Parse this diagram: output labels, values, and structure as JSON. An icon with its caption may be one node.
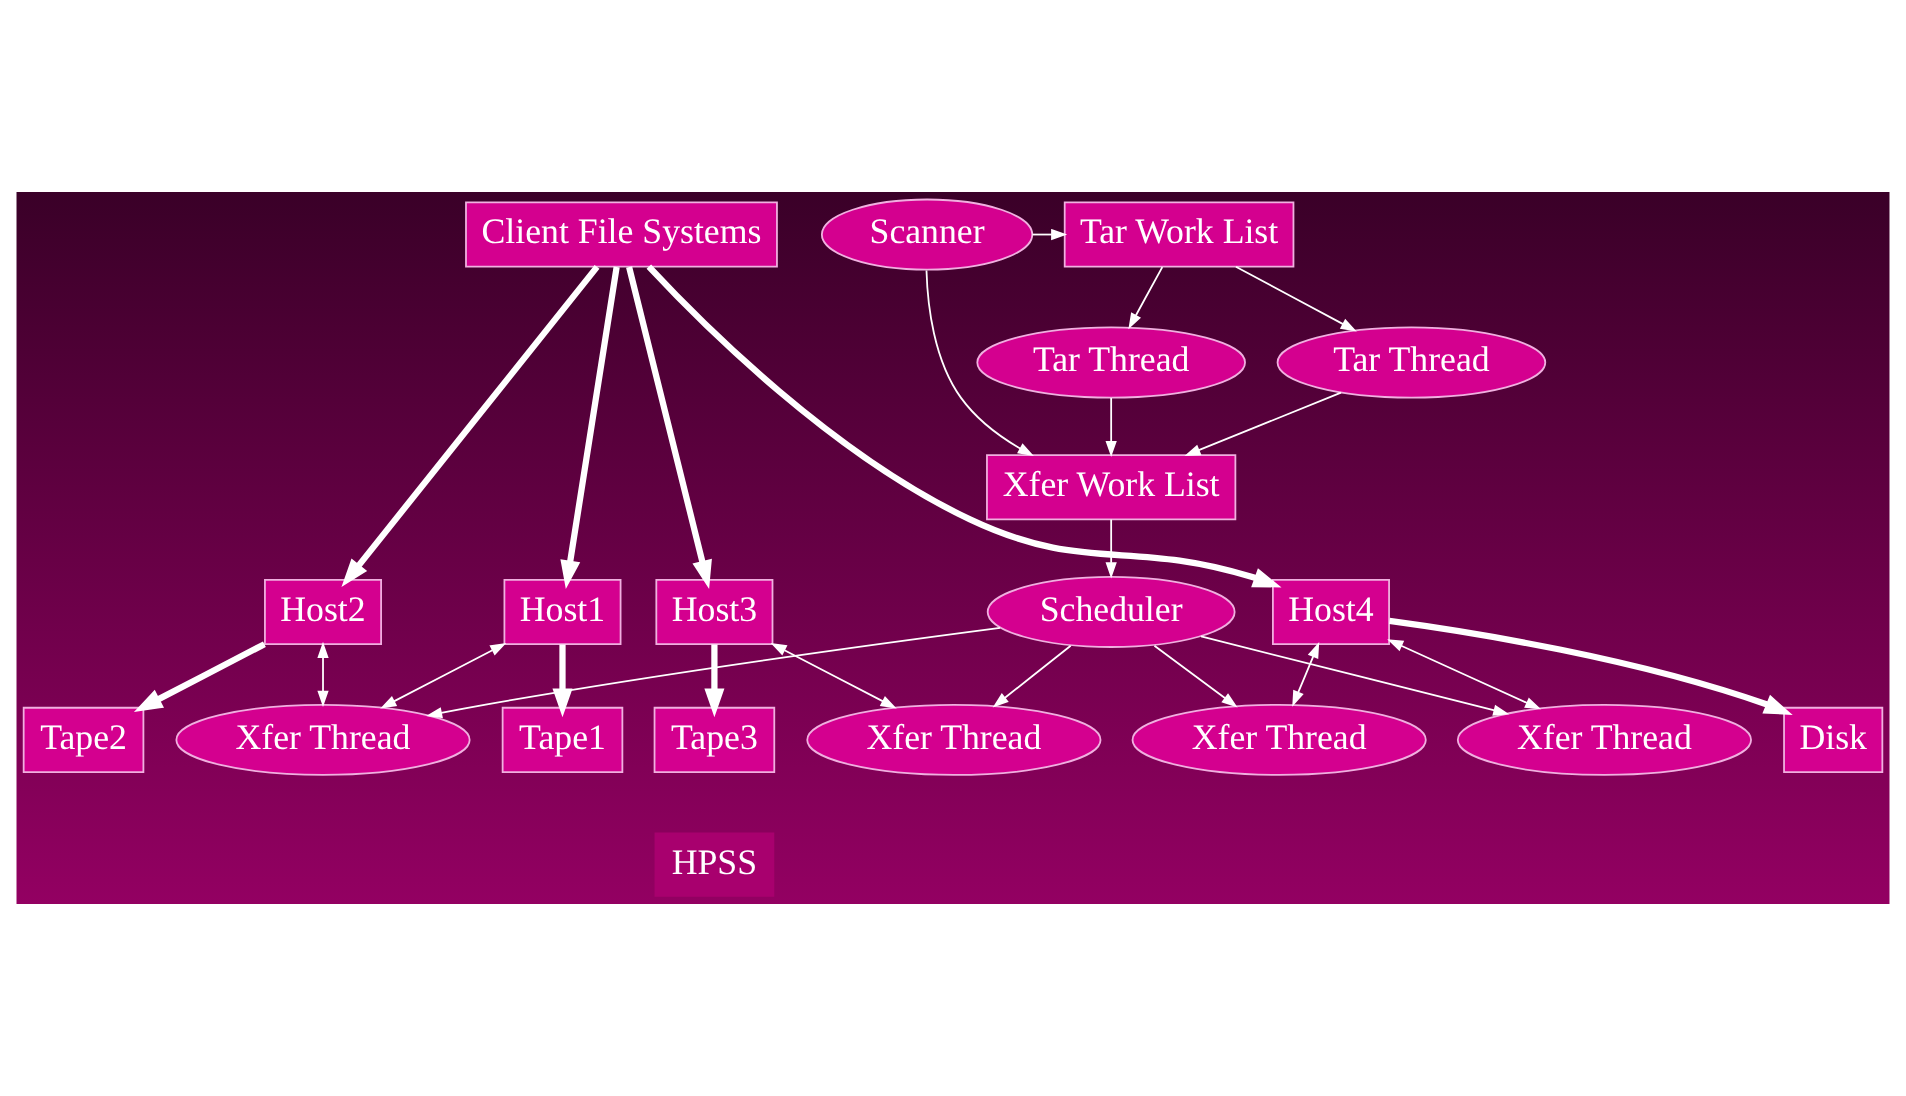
{
  "diagram": {
    "nodes": [
      {
        "text": [
          "Scanner"
        ]
      },
      {
        "text": [
          "Tar Work List"
        ]
      },
      {
        "text": [
          "Tar Thread"
        ]
      },
      {
        "text": [
          "Tar Thread"
        ]
      },
      {
        "text": [
          "Client File Systems"
        ]
      },
      {
        "text": [
          "Host1"
        ]
      },
      {
        "text": [
          "Host2"
        ]
      },
      {
        "text": [
          "Host3"
        ]
      },
      {
        "text": [
          "Host4"
        ]
      },
      {
        "text": [
          "Xfer Work List"
        ]
      },
      {
        "text": [
          "Xfer Thread"
        ]
      },
      {
        "text": [
          "Xfer Thread"
        ]
      },
      {
        "text": [
          "Xfer Thread"
        ]
      },
      {
        "text": [
          "Xfer Thread"
        ]
      },
      {
        "text": [
          "Scheduler"
        ]
      },
      {
        "text": [
          "Tape1"
        ]
      },
      {
        "text": [
          "Tape2"
        ]
      },
      {
        "text": [
          "Tape3"
        ]
      },
      {
        "text": [
          "Disk"
        ]
      },
      {
        "text": [
          "HPSS"
        ]
      }
    ],
    "edges": [
      {
        "from": 0,
        "to": 1,
        "arrow": "to"
      },
      {
        "from": 0,
        "to": 9,
        "arrow": "to"
      },
      {
        "from": 1,
        "to": 2,
        "arrow": "to"
      },
      {
        "from": 1,
        "to": 3,
        "arrow": "to"
      },
      {
        "from": 2,
        "to": 9,
        "arrow": "to"
      },
      {
        "from": 3,
        "to": 9,
        "arrow": "to"
      },
      {
        "from": 4,
        "to": 5,
        "arrow": "to",
        "style": "thick"
      },
      {
        "from": 4,
        "to": 6,
        "arrow": "to",
        "style": "thick"
      },
      {
        "from": 4,
        "to": 7,
        "arrow": "to",
        "style": "thick"
      },
      {
        "from": 4,
        "to": 8,
        "arrow": "to",
        "style": "thick"
      },
      {
        "from": 5,
        "to": 10,
        "arrow": "both"
      },
      {
        "from": 6,
        "to": 10,
        "arrow": "both"
      },
      {
        "from": 7,
        "to": 11,
        "arrow": "both"
      },
      {
        "from": 8,
        "to": 12,
        "arrow": "both"
      },
      {
        "from": 8,
        "to": 13,
        "arrow": "both"
      },
      {
        "from": 9,
        "to": 14,
        "arrow": "to"
      },
      {
        "from": 14,
        "to": 10,
        "arrow": "to"
      },
      {
        "from": 14,
        "to": 11,
        "arrow": "to"
      },
      {
        "from": 14,
        "to": 12,
        "arrow": "to"
      },
      {
        "from": 14,
        "to": 13,
        "arrow": "to"
      },
      {
        "from": 5,
        "to": 15,
        "arrow": "to",
        "style": "thick"
      },
      {
        "from": 6,
        "to": 16,
        "arrow": "to",
        "style": "thick"
      },
      {
        "from": 7,
        "to": 17,
        "arrow": "to",
        "style": "thick"
      },
      {
        "from": 8,
        "to": 18,
        "arrow": "to",
        "style": "thick"
      }
    ]
  }
}
